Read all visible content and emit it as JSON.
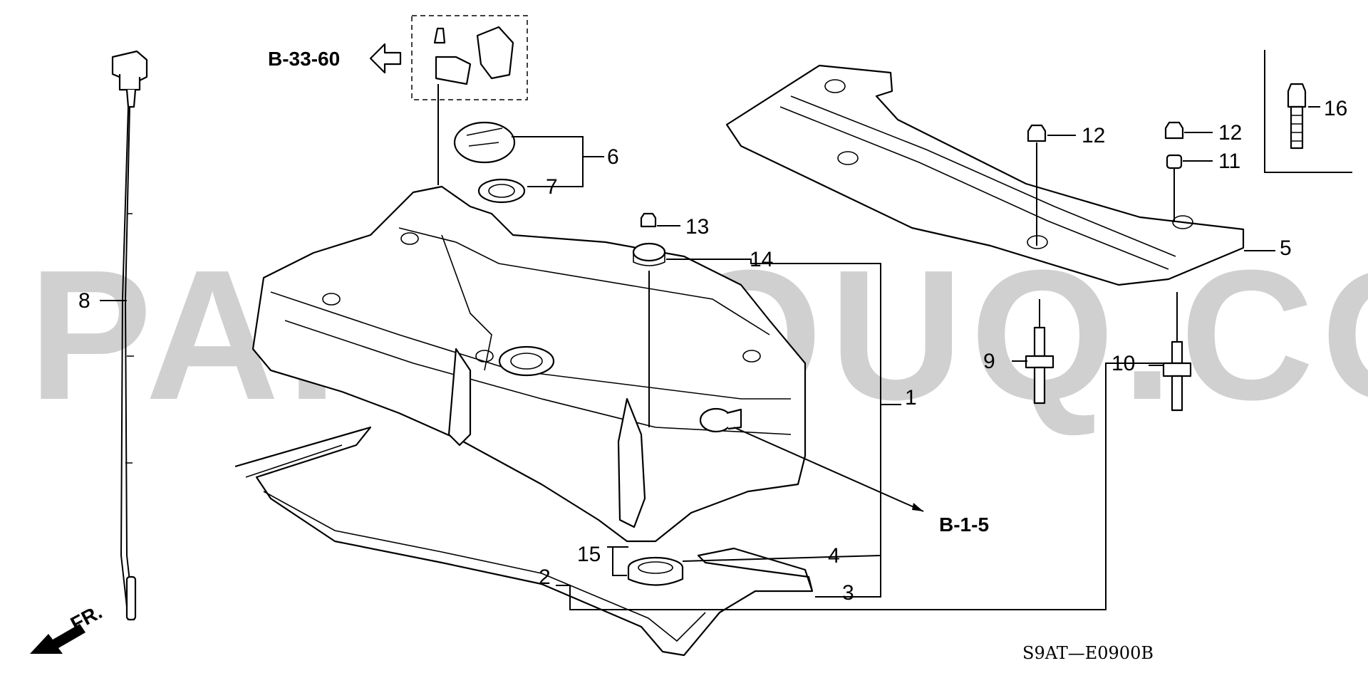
{
  "diagram": {
    "refs": {
      "top": "B-33-60",
      "right": "B-1-5"
    },
    "code": "S9AT—E0900B",
    "watermark": "PARTSOUQ.COM",
    "front_marker": "FR.",
    "parts": {
      "p1": "1",
      "p2": "2",
      "p3": "3",
      "p4": "4",
      "p5": "5",
      "p6": "6",
      "p7": "7",
      "p8": "8",
      "p9": "9",
      "p10": "10",
      "p11": "11",
      "p12a": "12",
      "p12b": "12",
      "p13": "13",
      "p14": "14",
      "p15": "15",
      "p16": "16"
    }
  }
}
